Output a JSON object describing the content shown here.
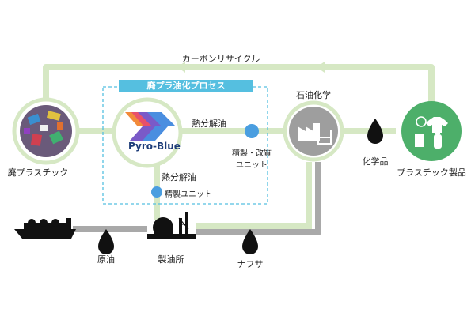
{
  "title": "",
  "process_box": {
    "title": "廃プラ油化プロセス"
  },
  "loop": {
    "label": "カーボンリサイクル"
  },
  "nodes": {
    "waste_plastic": {
      "label": "廃プラスチック"
    },
    "pyro_blue": {
      "label": "Pyro-Blue"
    },
    "petrochem": {
      "label": "石油化学"
    },
    "plastic_products": {
      "label": "プラスチック製品"
    },
    "refinery": {
      "label": "製油所"
    }
  },
  "flows": {
    "pyrolysis_oil_top": "熱分解油",
    "pyrolysis_oil_lower": "熱分解油",
    "refining_unit_top": "精製・改質\nユニット",
    "refining_unit_lower": "精製ユニット",
    "crude": "原油",
    "naphtha": "ナフサ",
    "chemicals": "化学品"
  },
  "colors": {
    "recycle_flow": "#d6e8c4",
    "fossil_flow": "#a9a9a9",
    "unit_dot": "#4a9ee0",
    "products_circle": "#4daf6a",
    "process_box": "#55bfe0"
  },
  "icons": [
    "ship-icon",
    "oil-drop-icon",
    "refinery-icon",
    "factory-icon",
    "beaker-icon",
    "tshirt-icon",
    "bottle-icon"
  ]
}
